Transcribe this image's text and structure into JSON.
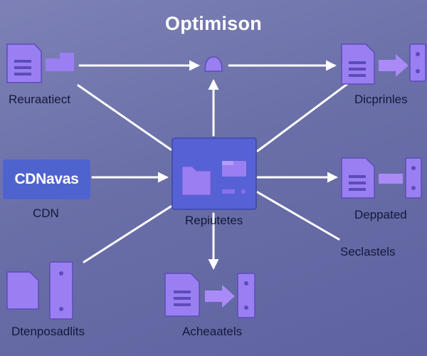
{
  "title": "Optimison",
  "nodes": {
    "top_left": {
      "label": "Reuraatiect",
      "icon": "document-icon"
    },
    "top_center": {
      "icon": "dome-icon"
    },
    "top_right": {
      "label": "Dicprinles",
      "icon": "document-icon"
    },
    "cdn": {
      "box_label": "CDNavas",
      "label": "CDN"
    },
    "center": {
      "label": "Repiutetes",
      "icon": "folder-icon"
    },
    "mid_right": {
      "label": "Deppated",
      "icon": "document-icon"
    },
    "lower_right": {
      "label": "Seclastels"
    },
    "bottom_left": {
      "label": "Dtenposadlits",
      "icon": "folder-icon"
    },
    "bottom_center": {
      "label": "Acheaatels",
      "icon": "document-icon"
    }
  },
  "colors": {
    "background": "#6a6fa8",
    "icon_fill": "#9a7ff2",
    "icon_stroke": "#5d4bb8",
    "center_box": "#5561d4",
    "cdn_box": "#4f63cf",
    "arrow": "#ffffff",
    "label_text": "#15183a",
    "title_text": "#ffffff"
  }
}
